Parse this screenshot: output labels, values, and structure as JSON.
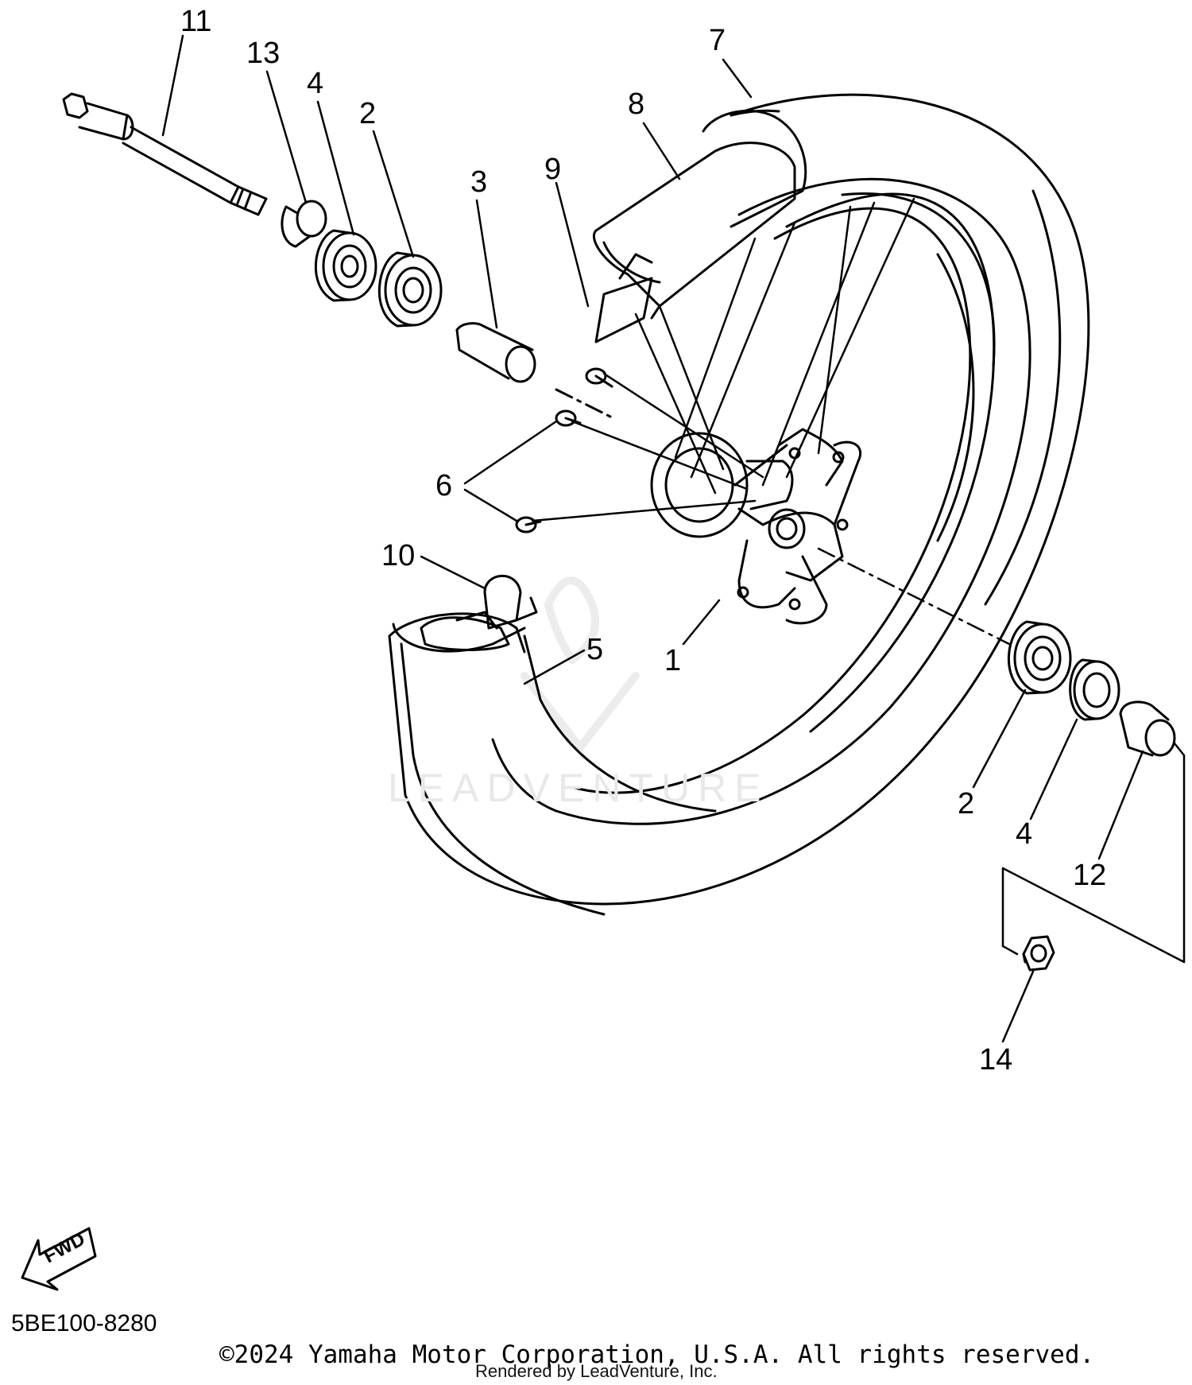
{
  "diagram": {
    "callouts": [
      "1",
      "2",
      "3",
      "4",
      "5",
      "6",
      "7",
      "8",
      "9",
      "10",
      "11",
      "12",
      "13",
      "14"
    ],
    "callouts_right": [
      "2",
      "4",
      "12"
    ],
    "fwd_label": "FWD",
    "diagram_code": "5BE100-8280",
    "copyright": "©2024 Yamaha Motor Corporation, U.S.A. All rights reserved.",
    "rendered_by": "Rendered by LeadVenture, Inc.",
    "watermark": "LEADVENTURE"
  }
}
